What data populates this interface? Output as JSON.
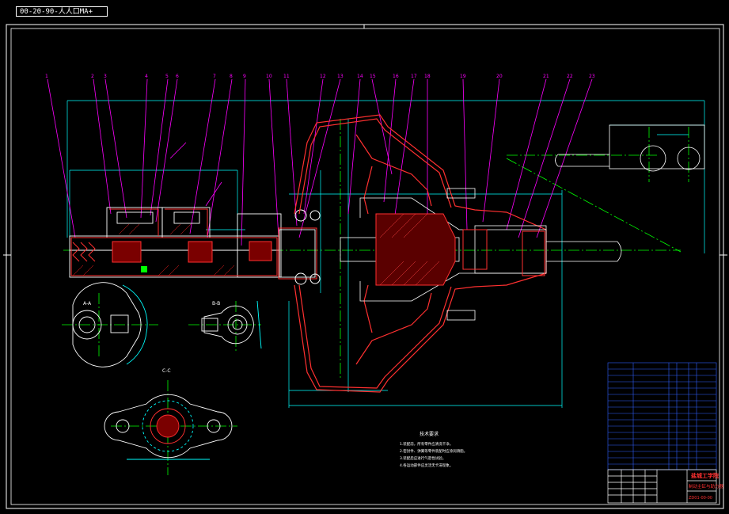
{
  "drawing_tag": "00-20-90-人人口MA+",
  "colors": {
    "background": "#000000",
    "frame": "#ffffff",
    "section_red": "#ff3030",
    "outline_white": "#ffffff",
    "dimension_cyan": "#00ffff",
    "leader_magenta": "#ff00ff",
    "centerline_green": "#00ff00",
    "hatch_red": "#ff2020",
    "title_red": "#ff3030",
    "table_blue": "#3060ff"
  },
  "part_numbers": [
    "1",
    "2",
    "3",
    "4",
    "5",
    "6",
    "7",
    "8",
    "9",
    "10",
    "11",
    "12",
    "13",
    "14",
    "15",
    "16",
    "17",
    "18",
    "19",
    "20",
    "21",
    "22",
    "23"
  ],
  "section_labels": {
    "a": "A-A",
    "b": "B-B",
    "c": "C-C"
  },
  "notes": {
    "title": "技术要求",
    "lines": [
      "1.装配前，所有零件应清洗干净。",
      "2.密封件、弹簧等零件装配时应涂润滑脂。",
      "3.装配后应进行气密性试验。",
      "4.各运动部件应灵活无卡滞现象。"
    ]
  },
  "title_block": {
    "school": "盐城工学院",
    "drawing_name": "制动主缸与助力器",
    "drawing_no": "ZD01-00-00"
  }
}
